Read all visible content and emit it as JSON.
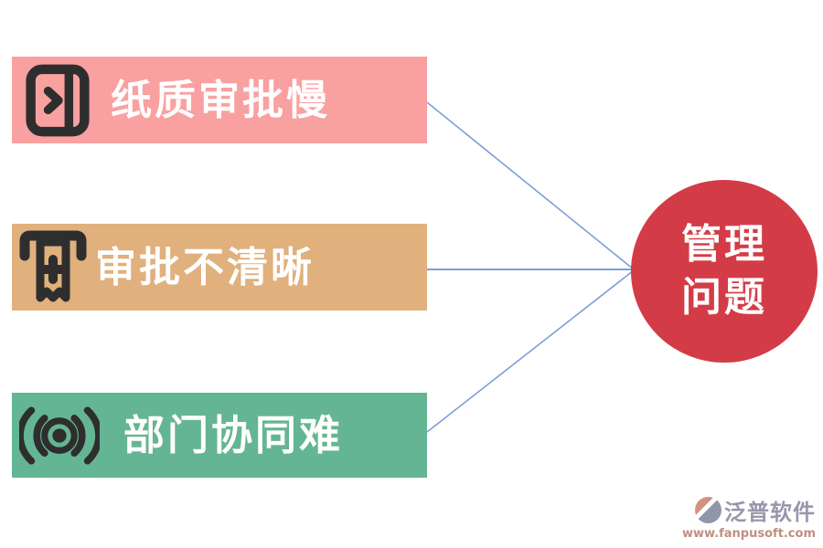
{
  "diagram": {
    "causes": [
      {
        "id": "paper-approval-slow",
        "label": "纸质审批慢",
        "color": "#F9A0A0",
        "icon": "door-exit-icon"
      },
      {
        "id": "approval-unclear",
        "label": "审批不清晰",
        "color": "#E0B07D",
        "icon": "receipt-icon"
      },
      {
        "id": "collaboration-difficult",
        "label": "部门协同难",
        "color": "#64B593",
        "icon": "broadcast-icon"
      }
    ],
    "center": {
      "lines": [
        "管理",
        "问题"
      ],
      "color": "#D33C47",
      "text_color": "#FFFFFF"
    },
    "connector_color": "#7E9ED8",
    "icon_color": "#2E2E2E"
  },
  "watermark": {
    "brand": "泛普软件",
    "url": "www.fanpusoft.com",
    "brand_color": "#9B95AC",
    "url_color": "#C08F7F"
  }
}
